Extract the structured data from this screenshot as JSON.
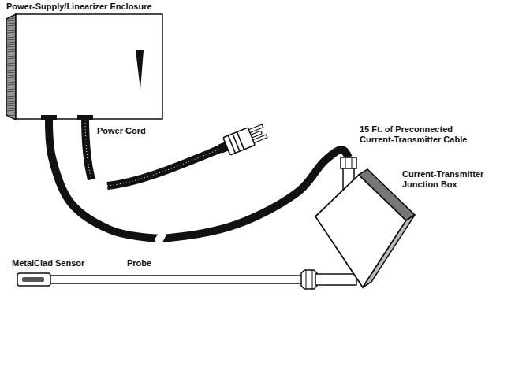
{
  "diagram": {
    "nodes": [
      {
        "text": [
          "Power-Supply/Linearizer Enclosure"
        ]
      },
      {
        "text": [
          "Current-Transmitter Junction Box"
        ]
      }
    ],
    "edges": [
      {
        "from": 0,
        "to": 1,
        "arrow": "none",
        "label": "15 Ft. of Preconnected Current-Transmitter Cable"
      }
    ],
    "labels": [
      "Power Cord",
      "MetalClad Sensor",
      "Probe"
    ]
  }
}
